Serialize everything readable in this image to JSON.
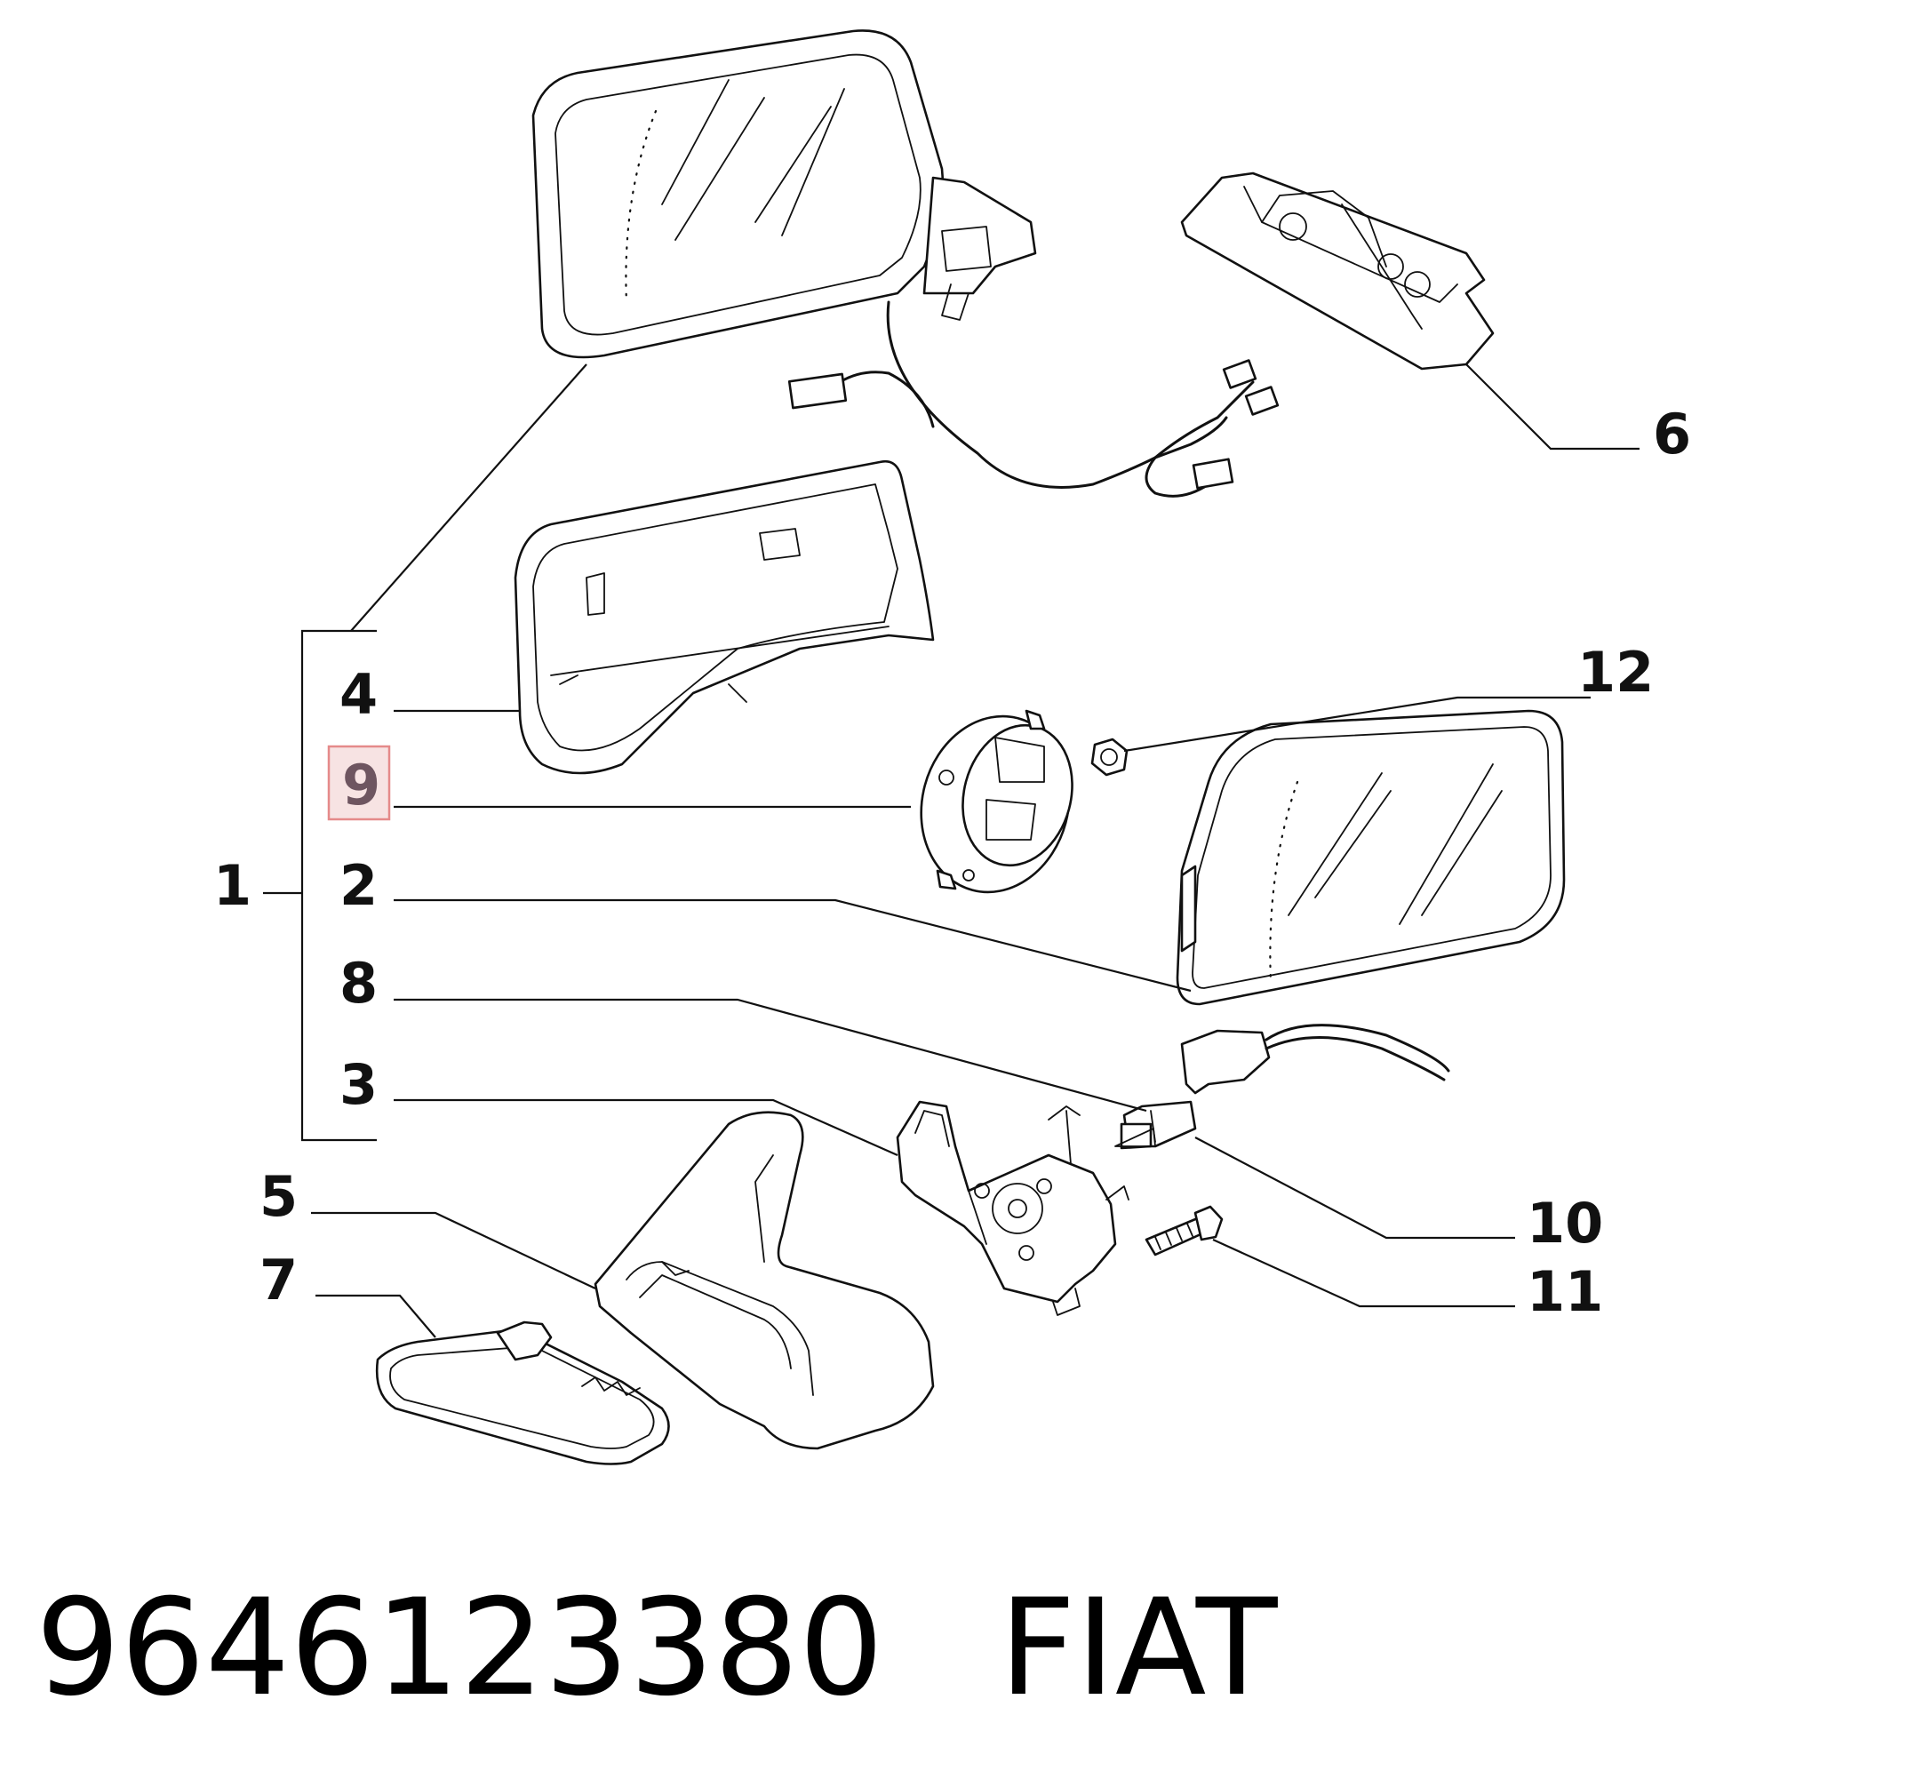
{
  "callouts": {
    "c1": "1",
    "c2": "2",
    "c3": "3",
    "c4": "4",
    "c5": "5",
    "c6": "6",
    "c7": "7",
    "c8": "8",
    "c9": "9",
    "c10": "10",
    "c11": "11",
    "c12": "12"
  },
  "highlighted_callout": "9",
  "colors": {
    "highlight_fill": "#f7e3e3",
    "highlight_border": "#e58a8a",
    "line": "#111111"
  },
  "footer": {
    "part_number": "9646123380",
    "brand": "FIAT"
  }
}
